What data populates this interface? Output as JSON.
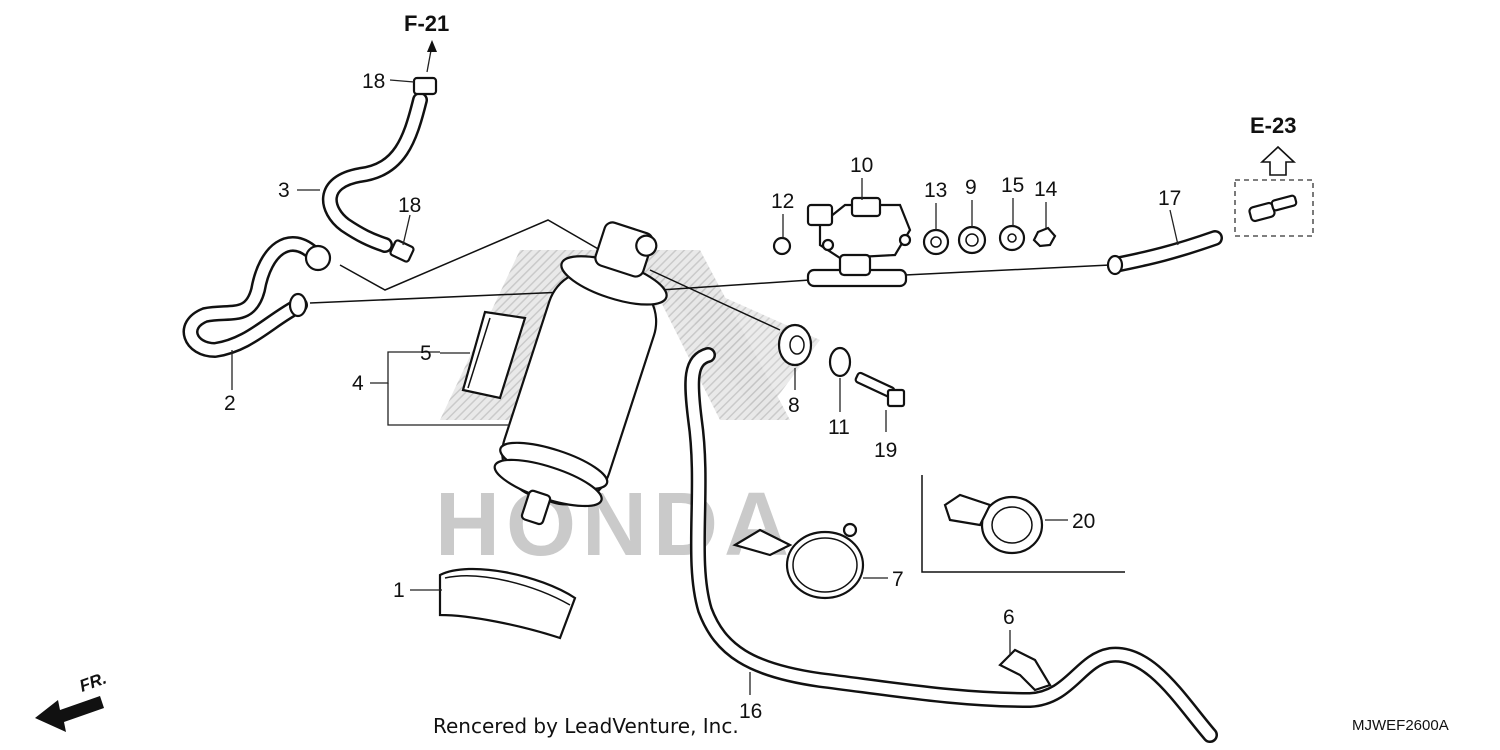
{
  "callouts": {
    "c1": "1",
    "c2": "2",
    "c3": "3",
    "c4": "4",
    "c5": "5",
    "c6": "6",
    "c7": "7",
    "c8": "8",
    "c9": "9",
    "c10": "10",
    "c11": "11",
    "c12": "12",
    "c13": "13",
    "c14": "14",
    "c15": "15",
    "c16": "16",
    "c17": "17",
    "c18a": "18",
    "c18b": "18",
    "c19": "19",
    "c20": "20"
  },
  "refs": {
    "f21": "F-21",
    "e23": "E-23"
  },
  "direction_label": "FR.",
  "credit": "Rencered by LeadVenture, Inc.",
  "diagram_code": "MJWEF2600A",
  "watermark": "HONDA"
}
